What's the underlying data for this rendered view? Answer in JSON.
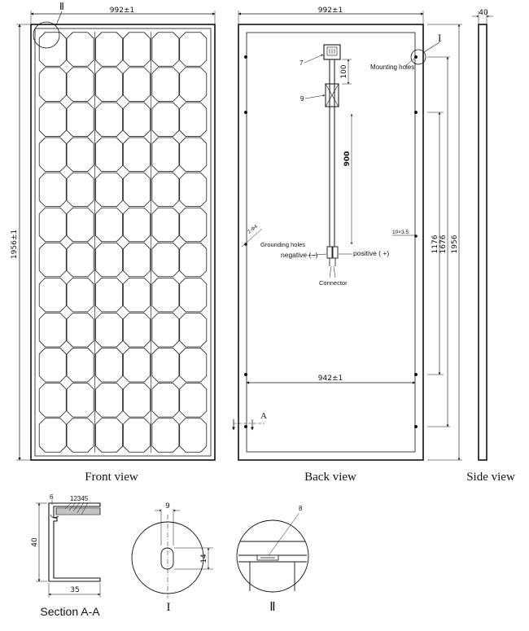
{
  "front_view": {
    "label": "Front view",
    "width_dim": "992±1",
    "height_dim": "1956±1",
    "detail_marker": "Ⅱ",
    "cell_columns": 6,
    "cell_rows": 12
  },
  "back_view": {
    "label": "Back view",
    "width_dim": "992±1",
    "inner_width_dim": "942±1",
    "height_dim": "1956",
    "mount_span_dim": "1676",
    "ground_span_dim": "1176",
    "cable_length_dim": "900",
    "box_dim": "100",
    "mount_hole_dim": "10×3.5",
    "ground_hole_dim": "2-Φ4",
    "detail_marker": "I",
    "section_marker": "A",
    "callout_junction_box": "7",
    "callout_diode": "9",
    "mounting_holes_label": "Mounting holes",
    "grounding_holes_label": "Grounding holes",
    "negative_label": "negative ( -)",
    "positive_label": "positive ( +)",
    "connector_label": "Connector"
  },
  "side_view": {
    "label": "Side view",
    "thickness_dim": "40"
  },
  "section_a": {
    "label": "Section A-A",
    "callout_frame": "6",
    "callout_layers": "12345",
    "height_dim": "40",
    "width_dim": "35"
  },
  "detail_1": {
    "label": "I",
    "width_dim": "9",
    "height_dim": "14"
  },
  "detail_2": {
    "label": "Ⅱ",
    "callout": "8"
  }
}
